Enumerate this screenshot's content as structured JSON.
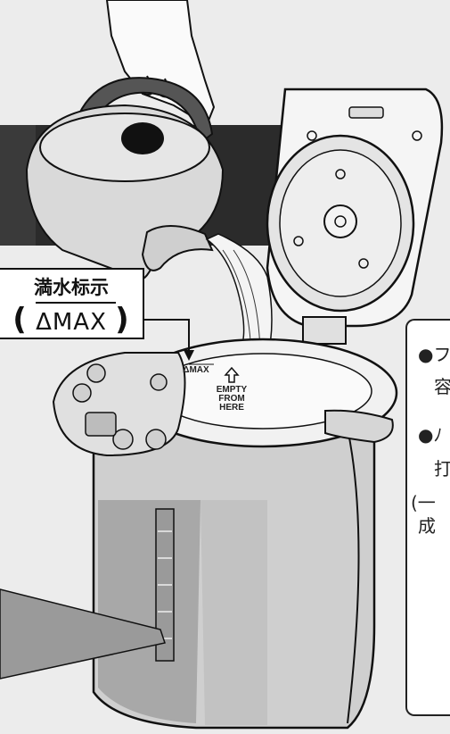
{
  "callout": {
    "label_jp": "満水标示",
    "label_max": "ΔMAX",
    "paren_open": "(",
    "paren_close": ")"
  },
  "pot_markings": {
    "max_mark": "ΔMAX",
    "empty_line1": "EMPTY",
    "empty_line2": "FROM",
    "empty_line3": "HERE"
  },
  "side_note": {
    "line1": "●フ",
    "line2": "容",
    "line3": "●ﾉ",
    "line4": "打",
    "line5": "(一",
    "line6": "成"
  }
}
